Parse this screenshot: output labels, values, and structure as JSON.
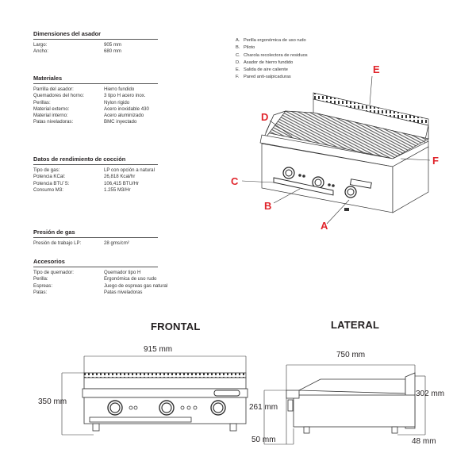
{
  "sections": {
    "dimensiones": {
      "title": "Dimensiones del asador",
      "rows": [
        {
          "label": "Largo:",
          "value": "905 mm"
        },
        {
          "label": "Ancho:",
          "value": "680 mm"
        }
      ]
    },
    "materiales": {
      "title": "Materiales",
      "rows": [
        {
          "label": "Parrilla del asador:",
          "value": "Hierro fundido"
        },
        {
          "label": "Quemadores del horno:",
          "value": "3 tipo H acero inox."
        },
        {
          "label": "Perillas:",
          "value": "Nylon rigido"
        },
        {
          "label": "Material externo:",
          "value": "Acero inoxidable 430"
        },
        {
          "label": "Material interno:",
          "value": "Acero aluminizado"
        },
        {
          "label": "Patas niveladoras:",
          "value": "BMC inyectado"
        }
      ]
    },
    "rendimiento": {
      "title": "Datos de rendimiento de cocción",
      "rows": [
        {
          "label": "Tipo de gas:",
          "value": "LP con opción a natural"
        },
        {
          "label": "Potencia KCal:",
          "value": "26,818 Kcal/hr"
        },
        {
          "label": "Potencia BTU´S:",
          "value": "106,415 BTU/Hr"
        },
        {
          "label": "Consumo M3:",
          "value": "1.255 M3/Hr"
        }
      ]
    },
    "presion": {
      "title": "Presión de gas",
      "rows": [
        {
          "label": "Presión de trabajo LP:",
          "value": "28 gms/cm²"
        }
      ]
    },
    "accesorios": {
      "title": "Accesorios",
      "rows": [
        {
          "label": "Tipo de quemador:",
          "value": "Quemador tipo H"
        },
        {
          "label": "Perilla:",
          "value": "Ergonómica de uso rudo"
        },
        {
          "label": "Espreas:",
          "value": "Juego de espreas gas natural"
        },
        {
          "label": "Patas:",
          "value": "Patas niveladoras"
        }
      ]
    }
  },
  "legend": [
    {
      "letter": "A.",
      "text": "Perilla ergonómica de uso rudo"
    },
    {
      "letter": "B.",
      "text": "Piloto"
    },
    {
      "letter": "C.",
      "text": "Charola recolectora de residuos"
    },
    {
      "letter": "D.",
      "text": "Asador de hierro fundido"
    },
    {
      "letter": "E.",
      "text": "Salida de aire caliente"
    },
    {
      "letter": "F.",
      "text": "Pared anti-salpicaduras"
    }
  ],
  "callouts": {
    "A": "A",
    "B": "B",
    "C": "C",
    "D": "D",
    "E": "E",
    "F": "F"
  },
  "callout_color": "#e0242b",
  "views": {
    "frontal": {
      "title": "FRONTAL",
      "width_label": "915 mm",
      "height_label": "350 mm"
    },
    "lateral": {
      "title": "LATERAL",
      "depth_label": "750 mm",
      "body_height_label": "261 mm",
      "total_height_label": "302 mm",
      "front_offset_label": "50 mm",
      "rear_offset_label": "48 mm"
    }
  }
}
